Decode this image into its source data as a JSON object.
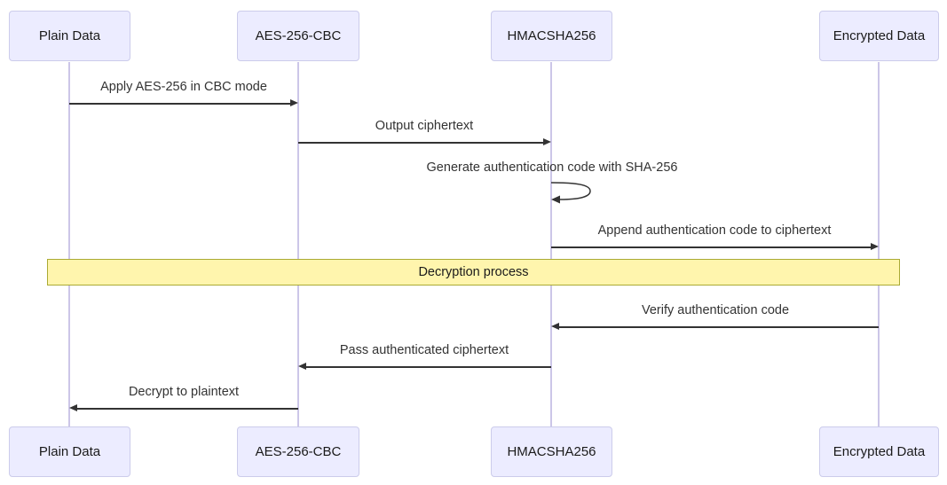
{
  "diagram": {
    "type": "sequence",
    "actors": [
      {
        "id": "plain-data",
        "label": "Plain Data"
      },
      {
        "id": "aes-256-cbc",
        "label": "AES-256-CBC"
      },
      {
        "id": "hmacsha256",
        "label": "HMACSHA256"
      },
      {
        "id": "encrypted-data",
        "label": "Encrypted Data"
      }
    ],
    "messages": [
      {
        "from": "Plain Data",
        "to": "AES-256-CBC",
        "direction": "right",
        "text": "Apply AES-256 in CBC mode"
      },
      {
        "from": "AES-256-CBC",
        "to": "HMACSHA256",
        "direction": "right",
        "text": "Output ciphertext"
      },
      {
        "from": "HMACSHA256",
        "to": "HMACSHA256",
        "direction": "self",
        "text": "Generate authentication code with SHA-256"
      },
      {
        "from": "HMACSHA256",
        "to": "Encrypted Data",
        "direction": "right",
        "text": "Append authentication code to ciphertext"
      },
      {
        "from": "Encrypted Data",
        "to": "HMACSHA256",
        "direction": "left",
        "text": "Verify authentication code"
      },
      {
        "from": "HMACSHA256",
        "to": "AES-256-CBC",
        "direction": "left",
        "text": "Pass authenticated ciphertext"
      },
      {
        "from": "AES-256-CBC",
        "to": "Plain Data",
        "direction": "left",
        "text": "Decrypt to plaintext"
      }
    ],
    "note": {
      "text": "Decryption process",
      "span": "all-actors"
    },
    "colors": {
      "background": "#ffffff",
      "actor_fill": "#ececff",
      "actor_border": "#cccceb",
      "lifeline": "#ccc6e8",
      "arrow": "#333333",
      "text": "#333333",
      "note_fill": "#fff5ad",
      "note_border": "#aaaa33"
    }
  }
}
